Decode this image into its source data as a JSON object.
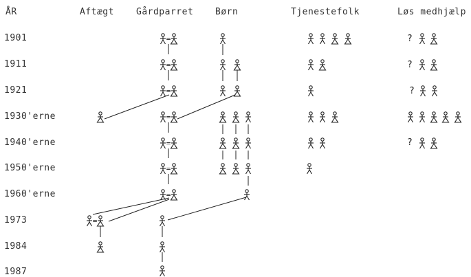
{
  "headers": {
    "year": "ÅR",
    "aftaegt": "Aftægt",
    "gaardparret": "Gårdparret",
    "boern": "Børn",
    "tjenestefolk": "Tjenestefolk",
    "loes_medhjaelp": "Løs medhjælp"
  },
  "rows": [
    {
      "label": "1901"
    },
    {
      "label": "1911"
    },
    {
      "label": "1921"
    },
    {
      "label": "1930'erne"
    },
    {
      "label": "1940'erne"
    },
    {
      "label": "1950'erne"
    },
    {
      "label": "1960'erne"
    },
    {
      "label": "1973"
    },
    {
      "label": "1984"
    },
    {
      "label": "1987"
    }
  ],
  "marks": {
    "unknown": "?",
    "marriage": "="
  },
  "colors": {
    "ink": "#222222",
    "background": "#ffffff"
  }
}
